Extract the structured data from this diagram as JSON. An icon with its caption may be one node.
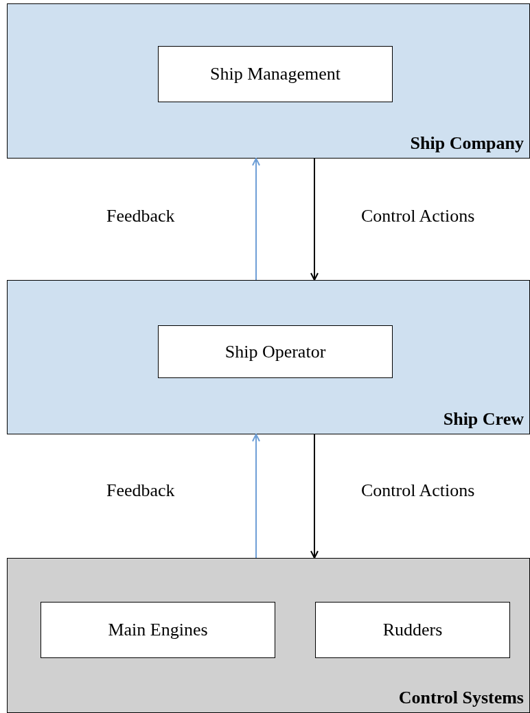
{
  "diagram": {
    "nodes": [
      {
        "text": [
          "Ship Company"
        ]
      },
      {
        "text": [
          "Ship Management"
        ],
        "in": 0
      },
      {
        "text": [
          "Ship Crew"
        ]
      },
      {
        "text": [
          "Ship Operator"
        ],
        "in": 2
      },
      {
        "text": [
          "Control Systems"
        ]
      },
      {
        "text": [
          "Main Engines"
        ],
        "in": 4
      },
      {
        "text": [
          "Rudders"
        ],
        "in": 4
      }
    ],
    "edges": [
      {
        "from": 2,
        "to": 0,
        "arrow": "to",
        "label": "Feedback",
        "color": "#6d9ed6"
      },
      {
        "from": 0,
        "to": 2,
        "arrow": "to",
        "label": "Control Actions",
        "color": "#000000"
      },
      {
        "from": 4,
        "to": 2,
        "arrow": "to",
        "label": "Feedback",
        "color": "#6d9ed6"
      },
      {
        "from": 2,
        "to": 4,
        "arrow": "to",
        "label": "Control Actions",
        "color": "#000000"
      }
    ]
  }
}
